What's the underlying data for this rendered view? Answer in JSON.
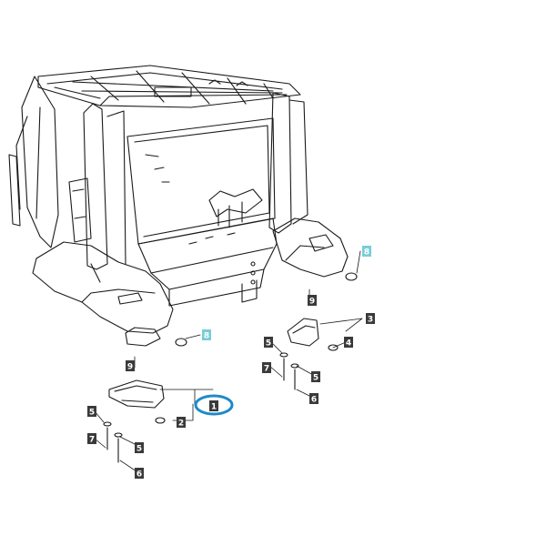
{
  "diagram": {
    "callouts": [
      {
        "id": "c1",
        "label": "1",
        "highlight": "circle"
      },
      {
        "id": "c2",
        "label": "2"
      },
      {
        "id": "c3",
        "label": "3"
      },
      {
        "id": "c4",
        "label": "4"
      },
      {
        "id": "c5a",
        "label": "5"
      },
      {
        "id": "c5b",
        "label": "5"
      },
      {
        "id": "c5c",
        "label": "5"
      },
      {
        "id": "c5d",
        "label": "5"
      },
      {
        "id": "c6a",
        "label": "6"
      },
      {
        "id": "c6b",
        "label": "6"
      },
      {
        "id": "c7a",
        "label": "7"
      },
      {
        "id": "c7b",
        "label": "7"
      },
      {
        "id": "c8a",
        "label": "8",
        "style": "accent"
      },
      {
        "id": "c8b",
        "label": "8",
        "style": "accent"
      },
      {
        "id": "c9a",
        "label": "9"
      },
      {
        "id": "c9b",
        "label": "9"
      }
    ],
    "colors": {
      "line": "#1a1a1a",
      "callout_fill": "#3a3a3a",
      "callout_accent": "#79cdd6",
      "highlight_ring": "#1e8ac8"
    }
  }
}
